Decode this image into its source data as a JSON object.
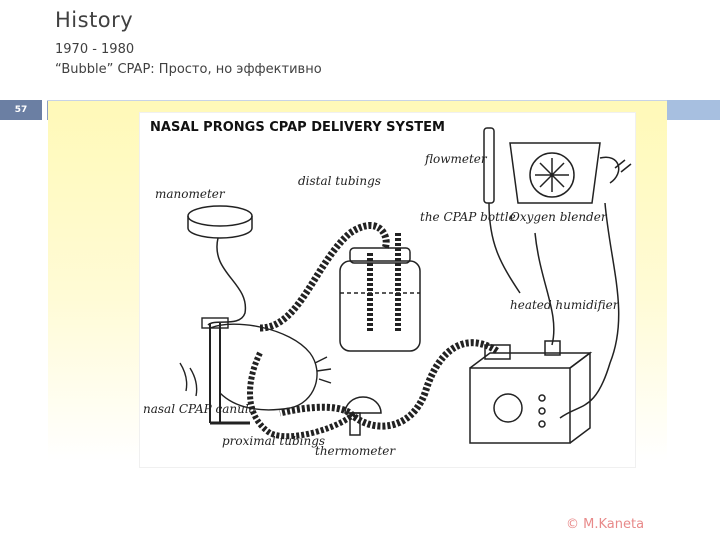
{
  "slide": {
    "title": "History",
    "subtitle_years": "1970 - 1980",
    "subtitle_text": "“Bubble” CPAP: Просто, но эффективно",
    "slide_number": "57",
    "copyright": "© M.Kaneta"
  },
  "figure": {
    "title": "NASAL PRONGS CPAP DELIVERY SYSTEM",
    "labels": {
      "manometer": "manometer",
      "distal": "distal tubings",
      "bottle": "the CPAP bottle",
      "flowmeter": "flowmeter",
      "blender": "Oxygen blender",
      "humidifier": "heated humidifier",
      "nasal": "nasal CPAP canula",
      "proximal": "proximal tubings",
      "thermometer": "thermometer"
    }
  },
  "colors": {
    "slide_number_bg": "#6b7fa3",
    "accent": "#a7bfe0",
    "glow": "#fff9b8",
    "copyright": "#e88a8a"
  }
}
